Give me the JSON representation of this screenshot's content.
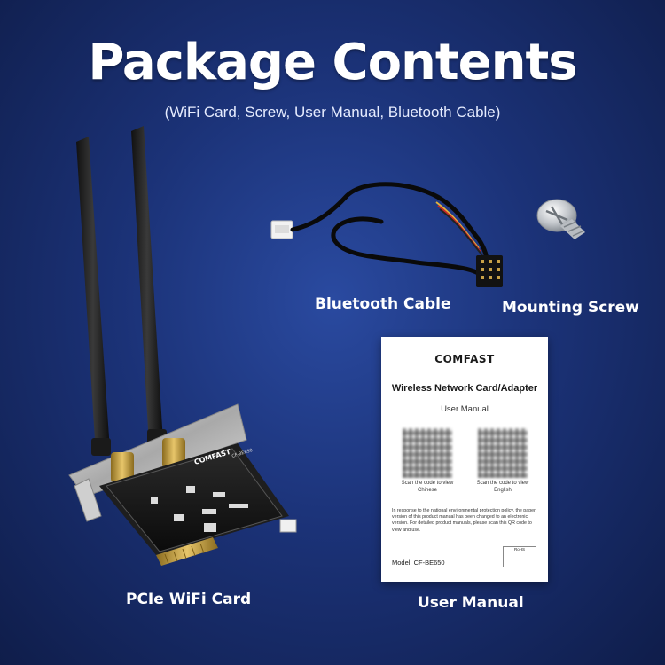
{
  "header": {
    "title": "Package Contents",
    "subtitle": "(WiFi Card, Screw, User Manual, Bluetooth Cable)"
  },
  "items": {
    "bluetooth_cable": "Bluetooth Cable",
    "mounting_screw": "Mounting Screw",
    "wifi_card": "PCIe WiFi Card",
    "user_manual": "User Manual"
  },
  "manual": {
    "brand": "COMFAST",
    "heading": "Wireless Network Card/Adapter",
    "subheading": "User Manual",
    "qr_caption_chinese": "Scan the code to view Chinese",
    "qr_caption_english": "Scan the code to view English",
    "body": "In response to the national environmental protection policy, the paper version of this product manual has been changed to an electronic version. For detailed product manuals, please scan this QR code to view and use.",
    "model": "Model: CF-BE650",
    "rohs": "RoHS"
  },
  "card": {
    "brand": "COMFAST",
    "model": "CF-BE650"
  },
  "colors": {
    "background": "#1b3277",
    "text": "#ffffff"
  }
}
